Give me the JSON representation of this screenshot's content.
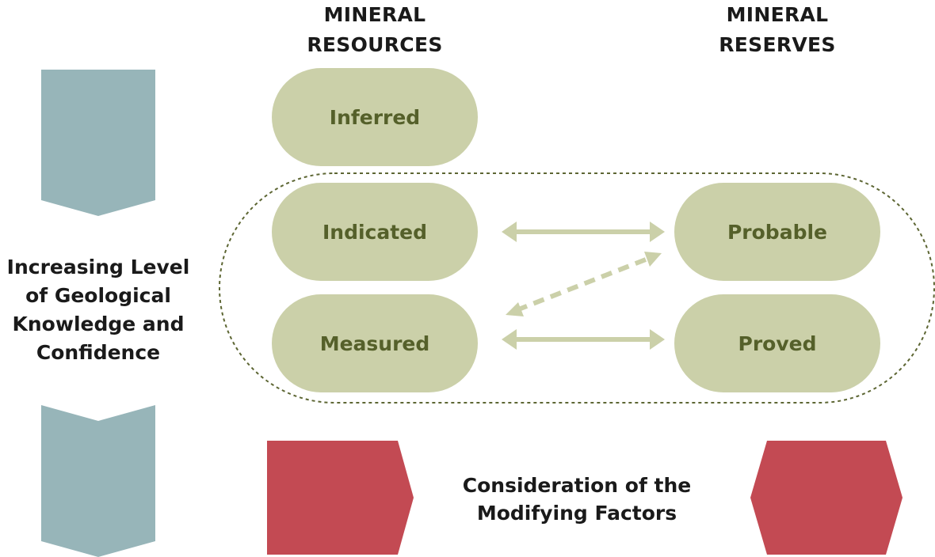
{
  "headers": {
    "resources": [
      "MINERAL",
      "RESOURCES"
    ],
    "reserves": [
      "MINERAL",
      "RESERVES"
    ]
  },
  "resources": {
    "inferred": "Inferred",
    "indicated": "Indicated",
    "measured": "Measured"
  },
  "reserves": {
    "probable": "Probable",
    "proved": "Proved"
  },
  "side_label": [
    "Increasing Level",
    "of Geological",
    "Knowledge and",
    "Confidence"
  ],
  "modifying_label": [
    "Consideration of the",
    "Modifying Factors"
  ],
  "colors": {
    "pill_fill": "#cbd0a9",
    "pill_text": "#55602a",
    "knowledge_arrow": "#97b5b9",
    "modifying_arrow": "#c34a53",
    "connector_arrow": "#cbd0a9",
    "dashed_outline": "#5d6633"
  }
}
